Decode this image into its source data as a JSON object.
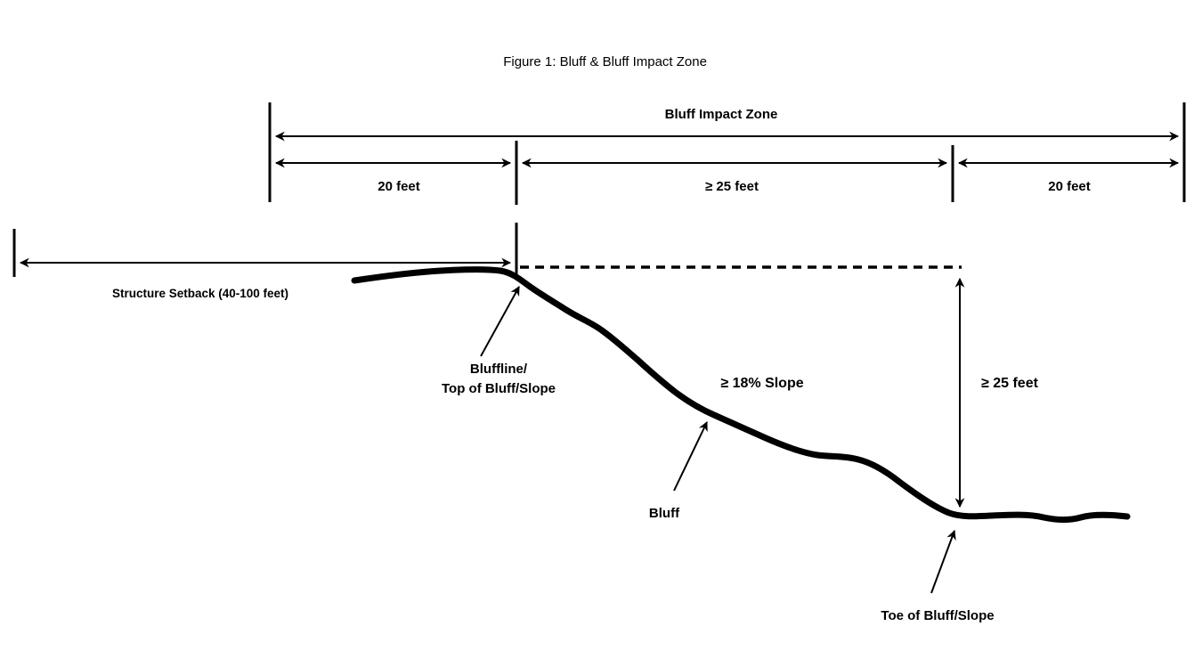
{
  "title": "Figure 1: Bluff & Bluff Impact Zone",
  "impact_zone": {
    "label": "Bluff Impact Zone",
    "segments": [
      {
        "label": "20 feet"
      },
      {
        "label": "≥ 25 feet"
      },
      {
        "label": "20 feet"
      }
    ]
  },
  "setback": {
    "label": "Structure Setback (40-100 feet)"
  },
  "height_measure": {
    "label": "≥ 25 feet"
  },
  "annotations": {
    "bluffline_line1": "Bluffline/",
    "bluffline_line2": "Top of Bluff/Slope",
    "slope_label": "≥ 18% Slope",
    "bluff_label": "Bluff",
    "toe_label": "Toe of Bluff/Slope"
  },
  "colors": {
    "ink": "#000000",
    "background": "#ffffff"
  }
}
